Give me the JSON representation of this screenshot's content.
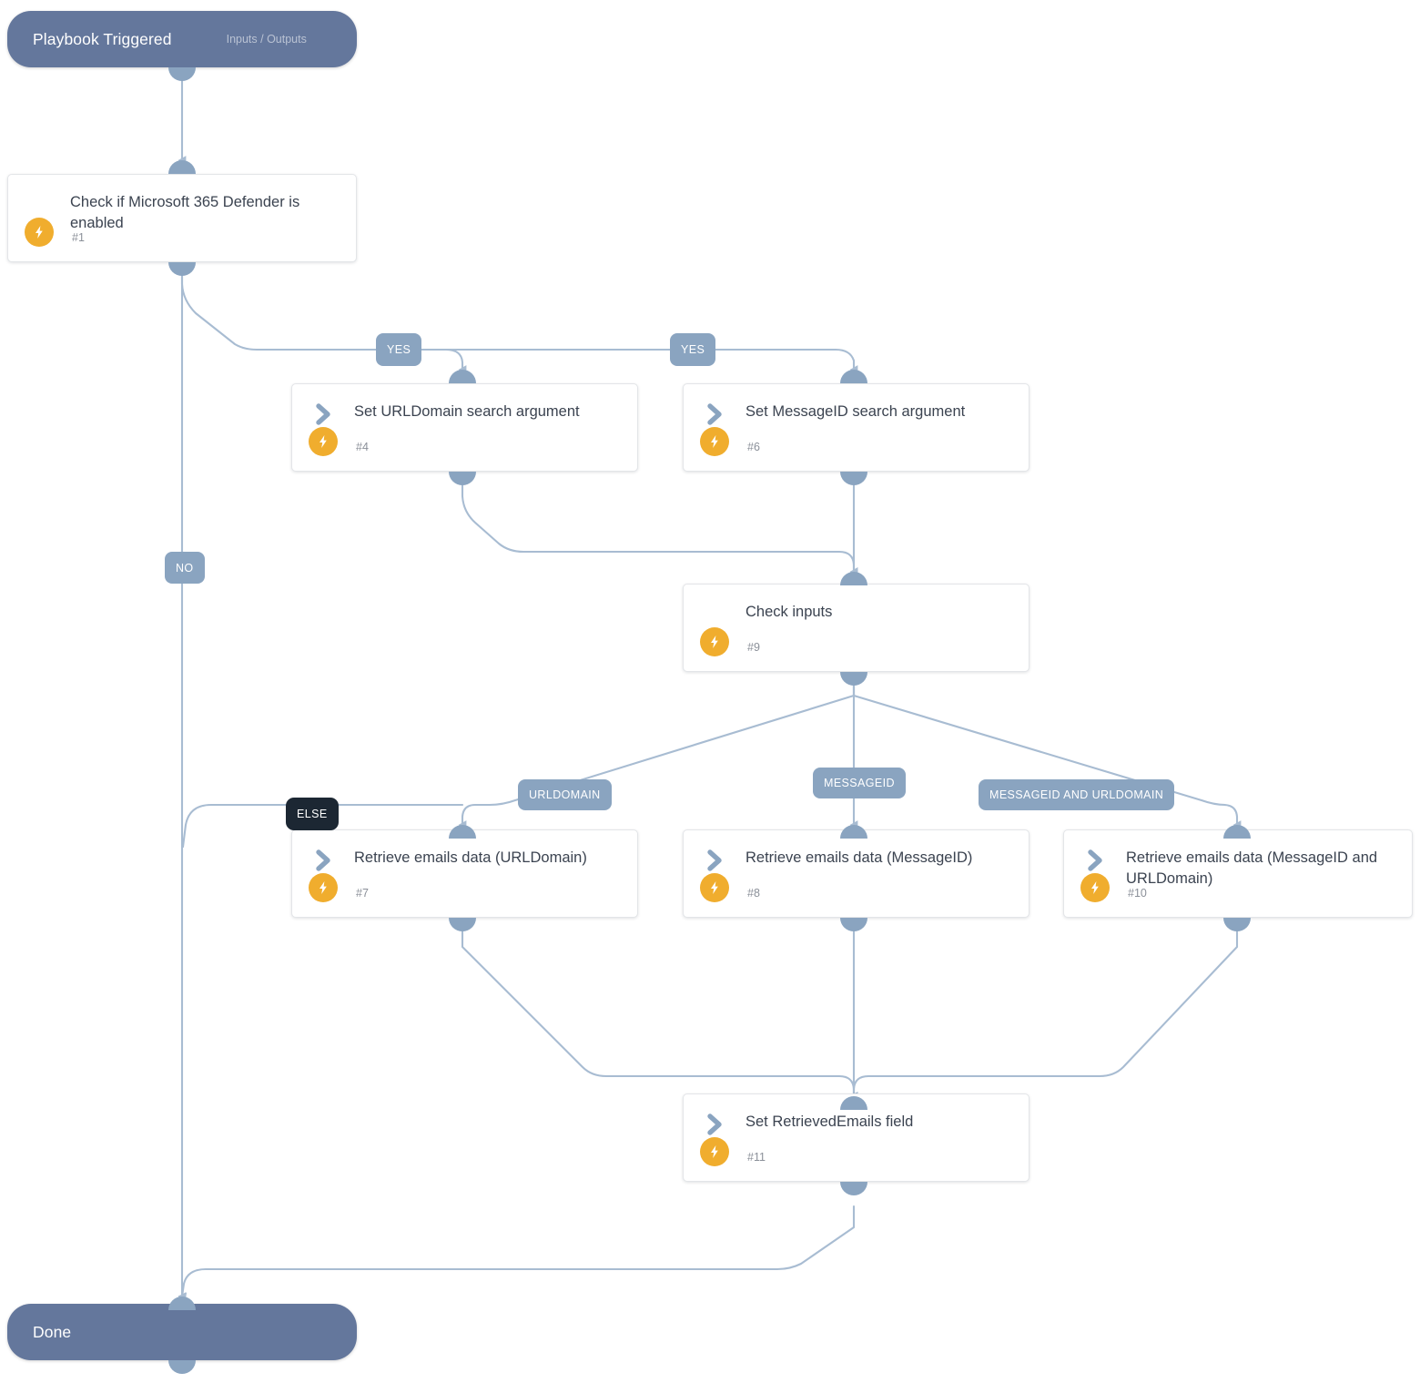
{
  "diagram": {
    "type": "playbook-flow",
    "background": "#ffffff",
    "colors": {
      "terminal": "#64779c",
      "port": "#8aa4c0",
      "edge": "#a8bcd2",
      "label": "#8aa4c0",
      "label_else": "#1c2733",
      "bolt": "#f0ad2e",
      "card_border": "#e3e5e8",
      "title_text": "#3b4350",
      "number_text": "#8b9099"
    }
  },
  "nodes": {
    "start": {
      "title": "Playbook Triggered",
      "subtitle": "Inputs / Outputs",
      "kind": "terminal"
    },
    "end": {
      "title": "Done",
      "subtitle": "",
      "kind": "terminal"
    },
    "n1": {
      "title": "Check if Microsoft 365 Defender is enabled",
      "number": "#1",
      "icon": "diamond-icon",
      "kind": "condition"
    },
    "n4": {
      "title": "Set URLDomain search argument",
      "number": "#4",
      "icon": "chevron-right-icon",
      "kind": "task"
    },
    "n6": {
      "title": "Set MessageID search argument",
      "number": "#6",
      "icon": "chevron-right-icon",
      "kind": "task"
    },
    "n9": {
      "title": "Check inputs",
      "number": "#9",
      "icon": "diamond-icon",
      "kind": "condition"
    },
    "n7": {
      "title": "Retrieve emails data (URLDomain)",
      "number": "#7",
      "icon": "chevron-right-icon",
      "kind": "task"
    },
    "n8": {
      "title": "Retrieve emails data (MessageID)",
      "number": "#8",
      "icon": "chevron-right-icon",
      "kind": "task"
    },
    "n10": {
      "title": "Retrieve emails data (MessageID and URLDomain)",
      "number": "#10",
      "icon": "chevron-right-icon",
      "kind": "task"
    },
    "n11": {
      "title": "Set RetrievedEmails field",
      "number": "#11",
      "icon": "chevron-right-icon",
      "kind": "task"
    }
  },
  "edge_labels": {
    "yes_1": "YES",
    "yes_2": "YES",
    "no": "NO",
    "else": "ELSE",
    "urldomain": "URLDOMAIN",
    "messageid": "MESSAGEID",
    "messageid_and_urldomain": "MESSAGEID AND URLDOMAIN"
  }
}
